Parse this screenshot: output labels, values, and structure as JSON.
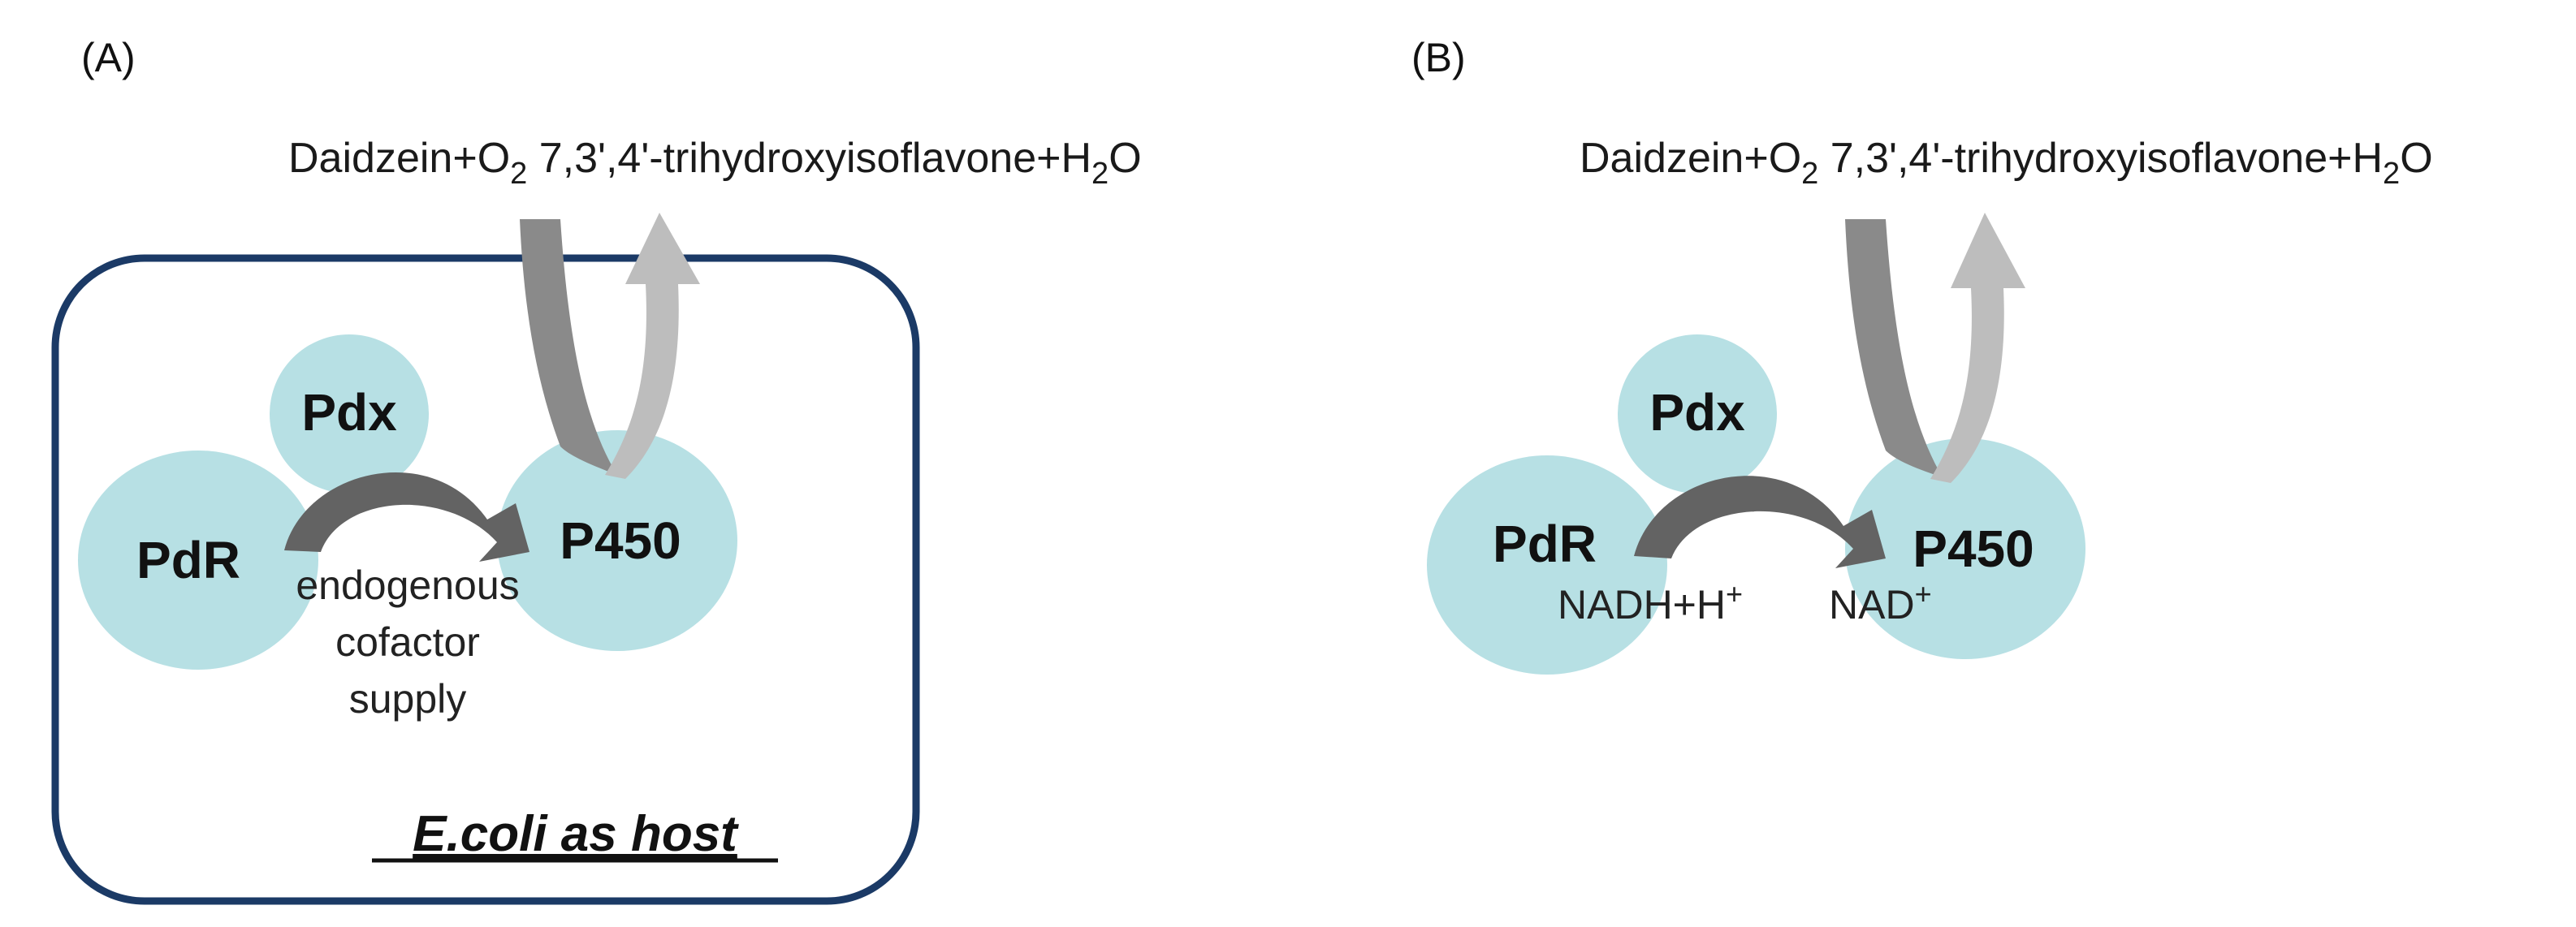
{
  "colors": {
    "circle_fill": "#b7e0e4",
    "box_stroke": "#1b3a66",
    "dark_arrow": "#636363",
    "mid_arrow": "#8a8a8a",
    "light_arrow": "#bdbdbd",
    "text": "#111111"
  },
  "panel_a": {
    "label": "(A)",
    "reaction": {
      "substrate": "Daidzein+O",
      "substrate_sub": "2",
      "product": "7,3',4'-trihydroxyisoflavone+H",
      "product_sub": "2",
      "product_end": "O"
    },
    "nodes": {
      "pdx": "Pdx",
      "pdr": "PdR",
      "p450": "P450"
    },
    "cofactor_lines": [
      "endogenous",
      "cofactor",
      "supply"
    ],
    "host_label": "E.coli as host"
  },
  "panel_b": {
    "label": "(B)",
    "reaction": {
      "substrate": "Daidzein+O",
      "substrate_sub": "2",
      "product": "7,3',4'-trihydroxyisoflavone+H",
      "product_sub": "2",
      "product_end": "O"
    },
    "nodes": {
      "pdx": "Pdx",
      "pdr": "PdR",
      "p450": "P450"
    },
    "cofactor_in": "NADH+H",
    "cofactor_in_sup": "+",
    "cofactor_out": "NAD",
    "cofactor_out_sup": "+"
  },
  "icons": {
    "electron_transfer_arrow": "curved-arrow-icon",
    "substrate_in_arrow": "down-arrow-icon",
    "product_out_arrow": "up-arrow-icon"
  }
}
